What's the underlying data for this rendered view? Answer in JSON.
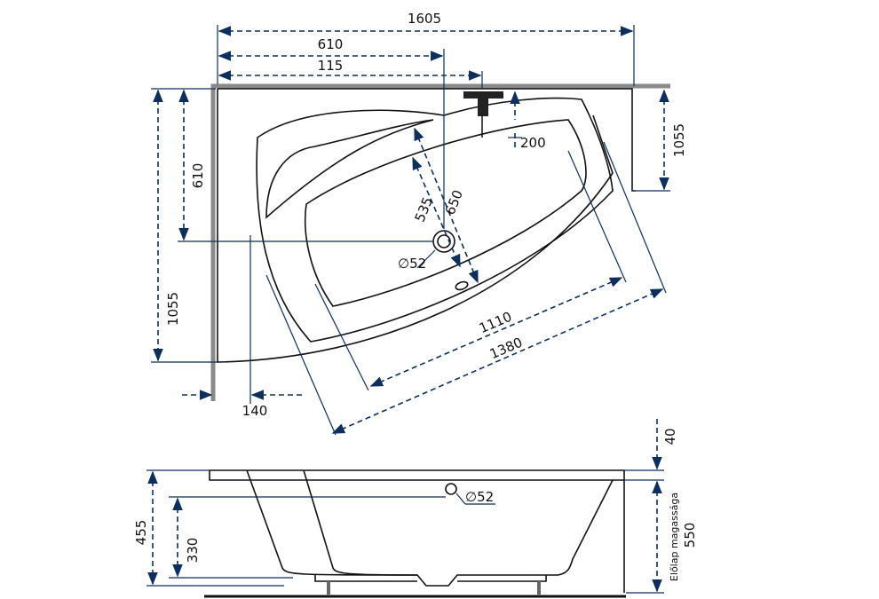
{
  "top_view": {
    "dims": {
      "overall_width": "1605",
      "drain_offset": "610",
      "tap_offset": "115",
      "left_depth_upper": "610",
      "left_depth": "1055",
      "right_depth": "1055",
      "tap_depth": "200",
      "inner_535": "535",
      "inner_650": "650",
      "drain_diameter": "∅52",
      "inner_length": "1110",
      "outer_length": "1380",
      "skirt_offset": "140"
    }
  },
  "side_view": {
    "dims": {
      "total_height": "455",
      "overflow_height": "330",
      "overflow_diameter": "∅52",
      "rim": "40",
      "panel_height": "550",
      "panel_label": "Előlap magassága"
    }
  },
  "colors": {
    "dimension": "#0d2f5e",
    "wall": "#8a8a8a"
  }
}
